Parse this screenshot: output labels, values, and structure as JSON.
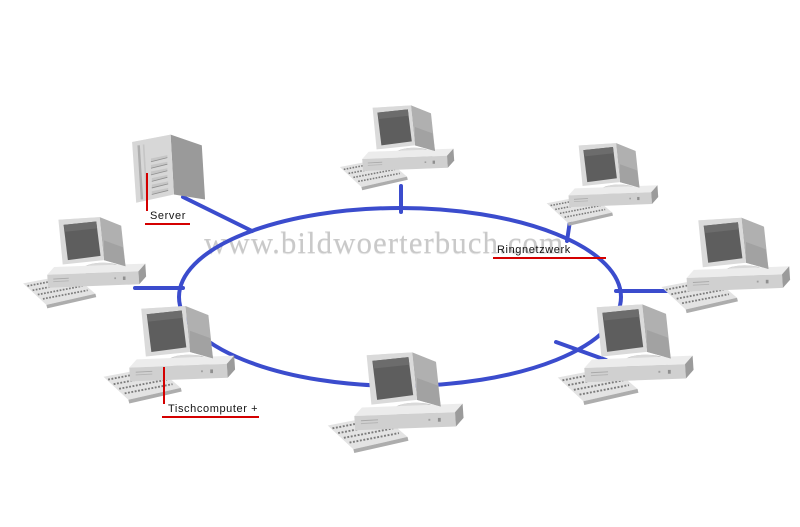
{
  "watermark": {
    "text": "www.bildwoerterbuch.com"
  },
  "diagram": {
    "topology": "ring",
    "labels": {
      "server": "Server",
      "ring_network": "Ringnetzwerk",
      "desktop_computer": "Tischcomputer +"
    },
    "nodes": [
      {
        "id": "server",
        "type": "server-tower",
        "label": "Server",
        "position": "top-left"
      },
      {
        "id": "pc-left",
        "type": "desktop-computer",
        "position": "left"
      },
      {
        "id": "pc-top",
        "type": "desktop-computer",
        "position": "top"
      },
      {
        "id": "pc-top-right",
        "type": "desktop-computer",
        "position": "top-right"
      },
      {
        "id": "pc-right",
        "type": "desktop-computer",
        "position": "right"
      },
      {
        "id": "pc-bottom-right",
        "type": "desktop-computer",
        "position": "bottom-right"
      },
      {
        "id": "pc-bottom-center",
        "type": "desktop-computer",
        "position": "bottom-center"
      },
      {
        "id": "pc-bottom-left",
        "type": "desktop-computer",
        "label": "Tischcomputer +",
        "position": "bottom-left"
      }
    ],
    "colors": {
      "ring_blue": "#3b4ccd",
      "callout_red": "#d40000",
      "watermark_gray": "#c9c9c9",
      "label_text": "#141414"
    }
  }
}
